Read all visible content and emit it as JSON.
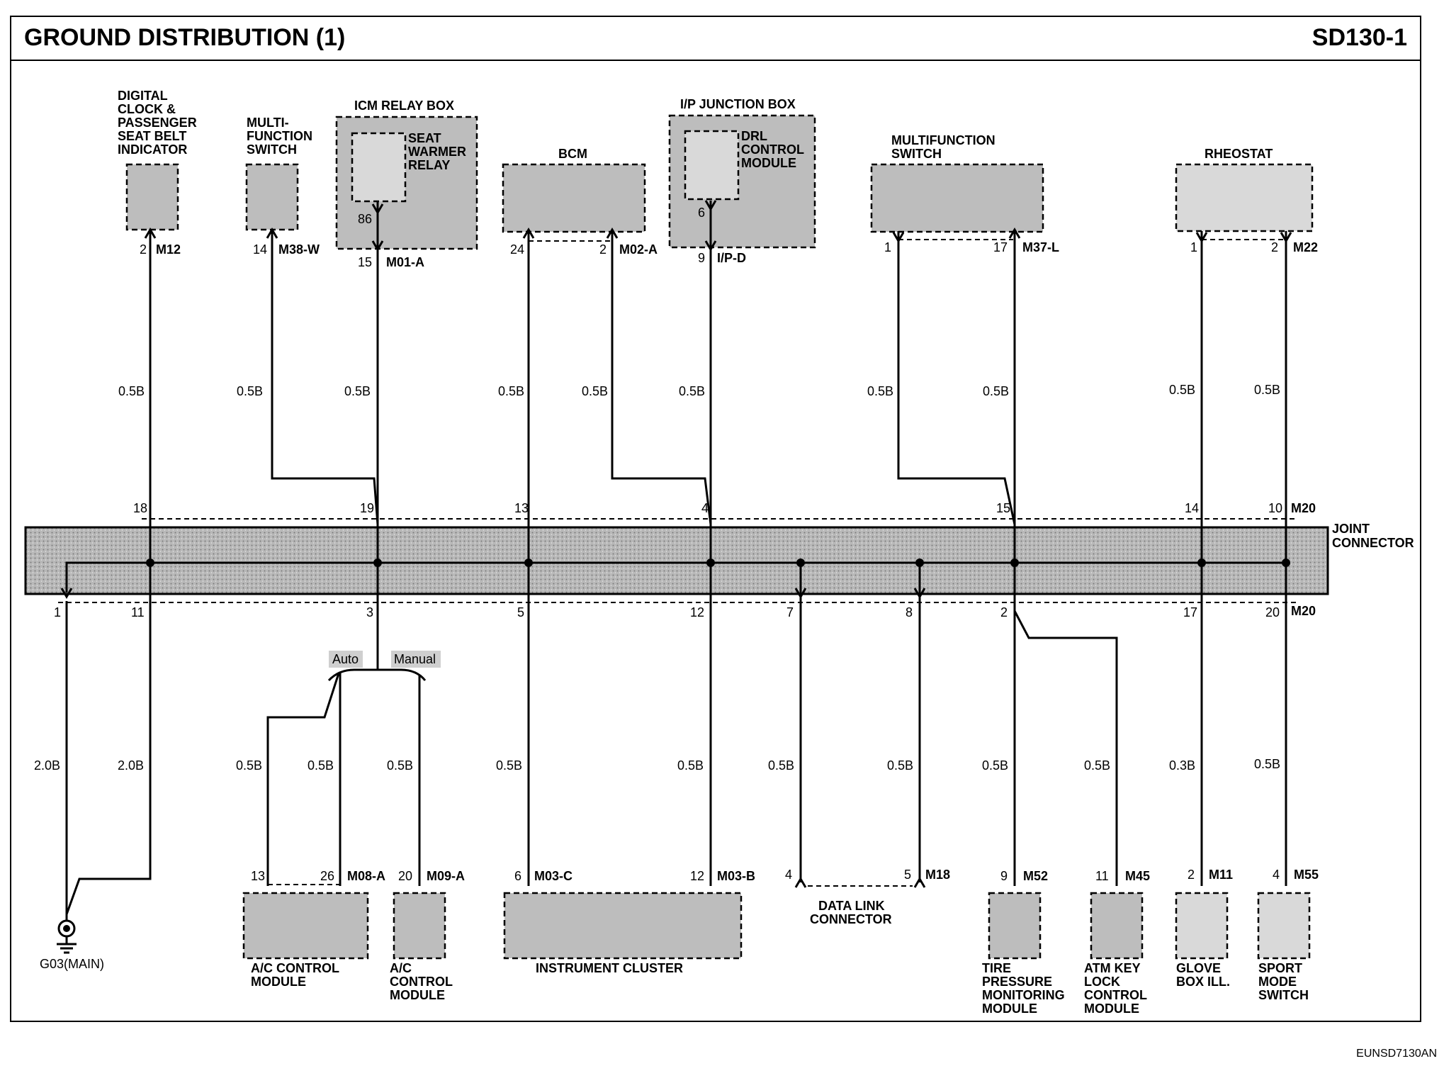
{
  "header": {
    "title": "GROUND DISTRIBUTION (1)",
    "code": "SD130-1"
  },
  "footer": {
    "ref": "EUNSD7130AN"
  },
  "joint": {
    "label_lines": [
      "JOINT",
      "CONNECTOR"
    ],
    "connector": "M20"
  },
  "ground": {
    "label": "G03(MAIN)"
  },
  "options": {
    "auto": "Auto",
    "manual": "Manual"
  },
  "top": {
    "digital_clock": {
      "lines": [
        "DIGITAL",
        "CLOCK &",
        "PASSENGER",
        "SEAT BELT",
        "INDICATOR"
      ],
      "pin": "2",
      "conn": "M12",
      "wire": "0.5B",
      "jc_pin": "18"
    },
    "multi_function": {
      "lines": [
        "MULTI-",
        "FUNCTION",
        "SWITCH"
      ],
      "pin": "14",
      "conn": "M38-W",
      "wire": "0.5B",
      "jc_pin": "19"
    },
    "icm": {
      "title": "ICM RELAY BOX",
      "inner": [
        "SEAT",
        "WARMER",
        "RELAY"
      ],
      "inner_pin": "86",
      "pin": "15",
      "conn": "M01-A",
      "wire": "0.5B"
    },
    "bcm": {
      "title": "BCM",
      "pin1": "24",
      "pin2": "2",
      "conn": "M02-A",
      "wire1": "0.5B",
      "wire2": "0.5B",
      "jc_pin1": "13",
      "jc_pin2": "4"
    },
    "ip_junction": {
      "title": "I/P JUNCTION BOX",
      "inner": [
        "DRL",
        "CONTROL",
        "MODULE"
      ],
      "inner_pin": "6",
      "pin": "9",
      "conn": "I/P-D",
      "wire": "0.5B"
    },
    "multifunction": {
      "lines": [
        "MULTIFUNCTION",
        "SWITCH"
      ],
      "pin1": "1",
      "pin2": "17",
      "conn": "M37-L",
      "wire1": "0.5B",
      "wire2": "0.5B",
      "jc_pin": "15"
    },
    "rheostat": {
      "title": "RHEOSTAT",
      "pin1": "1",
      "pin2": "2",
      "conn": "M22",
      "wire1": "0.5B",
      "wire2": "0.5B",
      "jc_pin1": "14",
      "jc_pin2": "10"
    }
  },
  "bottom_pins": [
    "1",
    "11",
    "3",
    "5",
    "12",
    "7",
    "8",
    "2",
    "17",
    "20"
  ],
  "bottom": {
    "ground_wire1": "2.0B",
    "ground_wire2": "2.0B",
    "ac_auto": {
      "lines": [
        "A/C CONTROL",
        "MODULE"
      ],
      "pin1": "13",
      "pin2": "26",
      "conn": "M08-A",
      "wire1": "0.5B",
      "wire2": "0.5B"
    },
    "ac_manual": {
      "lines": [
        "A/C",
        "CONTROL",
        "MODULE"
      ],
      "pin": "20",
      "conn": "M09-A",
      "wire": "0.5B"
    },
    "cluster": {
      "title": "INSTRUMENT CLUSTER",
      "pin1": "6",
      "conn1": "M03-C",
      "pin2": "12",
      "conn2": "M03-B",
      "wire1": "0.5B",
      "wire2": "0.5B"
    },
    "dlc": {
      "lines": [
        "DATA LINK",
        "CONNECTOR"
      ],
      "pin1": "4",
      "pin2": "5",
      "conn": "M18",
      "wire1": "0.5B",
      "wire2": "0.5B"
    },
    "tpms": {
      "lines": [
        "TIRE",
        "PRESSURE",
        "MONITORING",
        "MODULE"
      ],
      "pin": "9",
      "conn": "M52",
      "wire": "0.5B"
    },
    "atm": {
      "lines": [
        "ATM KEY",
        "LOCK",
        "CONTROL",
        "MODULE"
      ],
      "pin": "11",
      "conn": "M45",
      "wire": "0.5B"
    },
    "glove": {
      "lines": [
        "GLOVE",
        "BOX ILL."
      ],
      "pin": "2",
      "conn": "M11",
      "wire": "0.3B"
    },
    "sport": {
      "lines": [
        "SPORT",
        "MODE",
        "SWITCH"
      ],
      "pin": "4",
      "conn": "M55",
      "wire": "0.5B"
    }
  }
}
